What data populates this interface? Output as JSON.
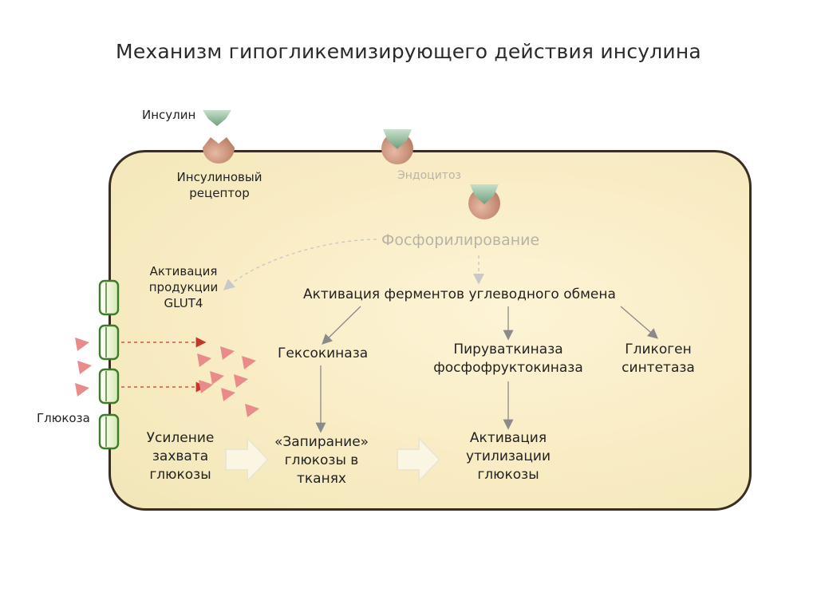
{
  "title": "Механизм гипогликемизирующего действия инсулина",
  "labels": {
    "insulin": "Инсулин",
    "receptor_line1": "Инсулиновый",
    "receptor_line2": "рецептор",
    "endocytosis": "Эндоцитоз",
    "phosphorylation": "Фосфорилирование",
    "glut4_line1": "Активация",
    "glut4_line2": "продукции",
    "glut4_line3": "GLUT4",
    "enzyme_activation": "Активация ферментов углеводного обмена",
    "hexokinase": "Гексокиназа",
    "pyruvatekinase_line1": "Пируваткиназа",
    "pyruvatekinase_line2": "фосфофруктокиназа",
    "glycogen_line1": "Гликоген",
    "glycogen_line2": "синтетаза",
    "glucose": "Глюкоза",
    "uptake_line1": "Усиление",
    "uptake_line2": "захвата",
    "uptake_line3": "глюкозы",
    "trapping_line1": "«Запирание»",
    "trapping_line2": "глюкозы в",
    "trapping_line3": "тканях",
    "utilization_line1": "Активация",
    "utilization_line2": "утилизации",
    "utilization_line3": "глюкозы"
  },
  "colors": {
    "cell_border": "#3a2e22",
    "cell_fill": "#f9ecc4",
    "insulin": "#8fb79a",
    "receptor": "#c9907a",
    "channel_border": "#3f7a2a",
    "channel_fill": "#eef7d8",
    "glucose_triangle": "#e98b8b",
    "dashed_arrow": "#c0392b",
    "arrow_gray": "#8a8a8a"
  }
}
